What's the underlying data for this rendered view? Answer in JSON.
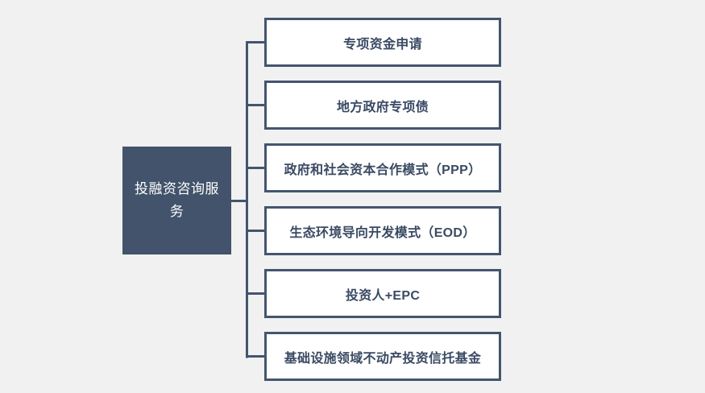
{
  "diagram": {
    "type": "org-chart",
    "orientation": "horizontal-left-root",
    "background_color": "#f1f1f1",
    "connector_color": "#44556e",
    "root": {
      "label": "投融资咨询服务",
      "fill_color": "#42536b",
      "text_color": "#ffffff"
    },
    "branch_style": {
      "fill_color": "#ffffff",
      "border_color": "#44556e",
      "text_color": "#3a4a63"
    },
    "branches": [
      {
        "label": "专项资金申请"
      },
      {
        "label": "地方政府专项债"
      },
      {
        "label": "政府和社会资本合作模式（PPP）"
      },
      {
        "label": "生态环境导向开发模式（EOD）"
      },
      {
        "label": "投资人+EPC"
      },
      {
        "label": "基础设施领域不动产投资信托基金"
      }
    ]
  }
}
